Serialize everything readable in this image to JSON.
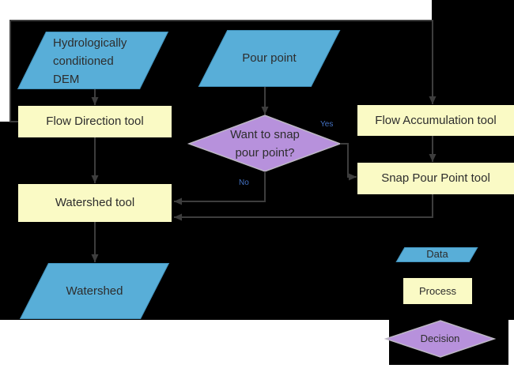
{
  "nodes": {
    "dem": {
      "label": "Hydrologically\nconditioned\nDEM"
    },
    "pour_point": {
      "label": "Pour point"
    },
    "flow_direction": {
      "label": "Flow Direction tool"
    },
    "flow_accumulation": {
      "label": "Flow Accumulation tool"
    },
    "snap_pour_point": {
      "label": "Snap Pour Point tool"
    },
    "decision": {
      "label": "Want to snap\npour point?"
    },
    "watershed_tool": {
      "label": "Watershed tool"
    },
    "watershed": {
      "label": "Watershed"
    }
  },
  "edge_labels": {
    "yes": "Yes",
    "no": "No"
  },
  "legend": {
    "data": "Data",
    "process": "Process",
    "decision": "Decision"
  },
  "colors": {
    "page_background": "#ffffff",
    "diagram_background": "#000000",
    "data_fill": "#58aed8",
    "data_border": "#4090ba",
    "process_fill": "#fafac5",
    "decision_fill": "#b791dc",
    "decision_border": "#bdb8c4",
    "connector": "#3d3d3d",
    "shape_text": "#2d2d2d",
    "branch_label_text": "#4472c4"
  }
}
